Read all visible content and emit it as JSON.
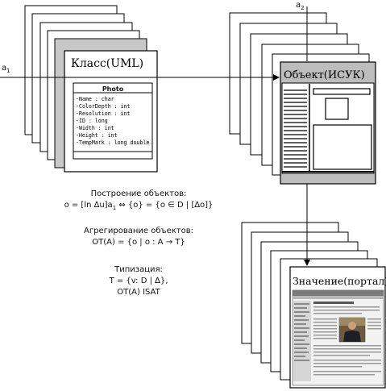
{
  "arrows": {
    "a1": "a",
    "a1_sub": "1",
    "a2": "a",
    "a2_sub": "2"
  },
  "uml": {
    "heading": "Класс(UML)",
    "class_name": "Photo",
    "attributes": [
      "-Name : char",
      "-ColorDepth : int",
      "-Resolution : int",
      "-ID : long",
      "-Width : int",
      "-Height : int",
      "-TempMark : long double"
    ]
  },
  "object": {
    "heading": "Объект(ИСУК)"
  },
  "value": {
    "heading": "Значение(портал)"
  },
  "texts": {
    "construct_title": "Построение объектов:",
    "construct_formula_a": "o = [ln ∆u]a",
    "construct_formula_sub": "1",
    "construct_formula_b": " ⇔ {o} = {o ∈ D | [∆o]}",
    "aggregate_title": "Агрегирование объектов:",
    "aggregate_formula": "OT(A) = {o | o : A → T}",
    "typing_title": "Типизация:",
    "typing_formula": "T = {v: D | ∆},",
    "typing_formula2": "OT(A) ISAT"
  },
  "colors": {
    "stroke": "#000000",
    "card_fill": "#ffffff",
    "gray_fill": "#c8c8c8",
    "object_fill": "#bdbdbd",
    "text": "#111111"
  }
}
